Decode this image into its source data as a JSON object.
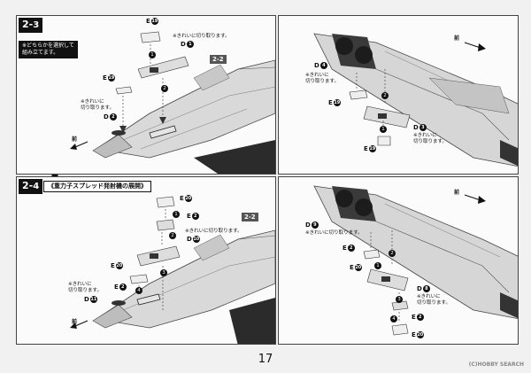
{
  "page_number": "17",
  "watermark": "(C)HOBBY SEARCH",
  "panels": {
    "p1": {
      "step_main": "2",
      "step_sub": "3",
      "note_line1": "※どちらかを選択して",
      "note_line2": "組み立てます。",
      "ref_badge": "2-2",
      "front": "前",
      "callout_cut": "※きれいに切り取ります。",
      "callout_cut_left_1": "※きれいに",
      "callout_cut_left_2": "切り取ります。",
      "part_e19_a": "E",
      "part_e19_a_num": "19",
      "part_e19_b": "E",
      "part_e19_b_num": "19",
      "part_d1": "D",
      "part_d1_num": "1",
      "part_d2": "D",
      "part_d2_num": "2",
      "step_n1": "1",
      "step_n2": "2"
    },
    "p2": {
      "front": "前",
      "part_d4": "D",
      "part_d4_num": "4",
      "callout_cut_1": "※きれいに",
      "callout_cut_2": "切り取ります。",
      "part_e19_a": "E",
      "part_e19_a_num": "19",
      "part_e19_b": "E",
      "part_e19_b_num": "19",
      "part_d3": "D",
      "part_d3_num": "3",
      "callout_cut_r1": "※きれいに",
      "callout_cut_r2": "切り取ります。",
      "step_n1": "1",
      "step_n2": "2"
    },
    "p3": {
      "step_main": "2",
      "step_sub": "4",
      "title": "《重力子スプレッド発射機の展開》",
      "ref_badge": "2-2",
      "front": "前",
      "part_e20_a": "E",
      "part_e20_a_num": "20",
      "part_e2_a": "E",
      "part_e2_a_num": "2",
      "part_d10": "D",
      "part_d10_num": "10",
      "callout_cut": "※きれいに切り取ります。",
      "part_e20_b": "E",
      "part_e20_b_num": "20",
      "part_e2_b": "E",
      "part_e2_b_num": "2",
      "callout_cut_left_1": "※きれいに",
      "callout_cut_left_2": "切り取ります。",
      "part_d11": "D",
      "part_d11_num": "11",
      "step_n1": "1",
      "step_n2": "2",
      "step_n3": "3",
      "step_n4": "4"
    },
    "p4": {
      "front": "前",
      "part_d9": "D",
      "part_d9_num": "9",
      "callout_cut_1": "※きれいに切り取ります。",
      "part_e2_a": "E",
      "part_e2_a_num": "2",
      "part_e20_a": "E",
      "part_e20_a_num": "20",
      "part_d8": "D",
      "part_d8_num": "8",
      "callout_cut_r1": "※きれいに",
      "callout_cut_r2": "切り取ります。",
      "part_e2_b": "E",
      "part_e2_b_num": "2",
      "part_e20_b": "E",
      "part_e20_b_num": "20",
      "step_n1": "1",
      "step_n2": "2",
      "step_n3": "3",
      "step_n4": "4"
    }
  }
}
